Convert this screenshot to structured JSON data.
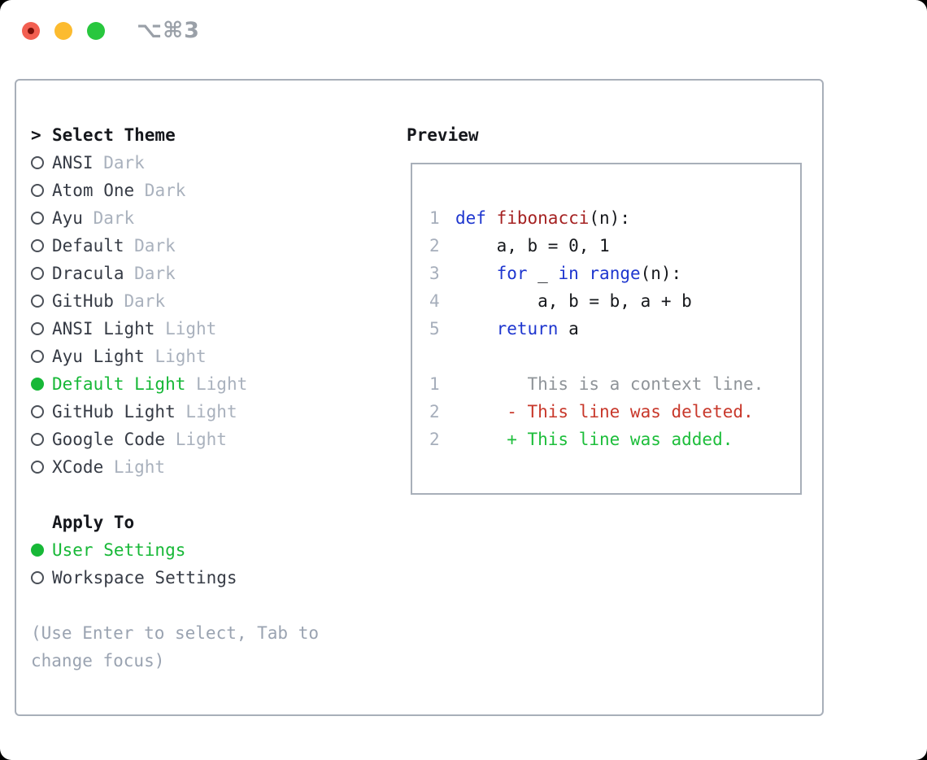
{
  "titlebar": {
    "shortcut": "⌥⌘3"
  },
  "theme_panel": {
    "prompt": "> ",
    "title": "Select Theme",
    "items": [
      {
        "name": "ANSI",
        "variant": "Dark",
        "selected": false
      },
      {
        "name": "Atom One",
        "variant": "Dark",
        "selected": false
      },
      {
        "name": "Ayu",
        "variant": "Dark",
        "selected": false
      },
      {
        "name": "Default",
        "variant": "Dark",
        "selected": false
      },
      {
        "name": "Dracula",
        "variant": "Dark",
        "selected": false
      },
      {
        "name": "GitHub",
        "variant": "Dark",
        "selected": false
      },
      {
        "name": "ANSI Light",
        "variant": "Light",
        "selected": false
      },
      {
        "name": "Ayu Light",
        "variant": "Light",
        "selected": false
      },
      {
        "name": "Default Light",
        "variant": "Light",
        "selected": true
      },
      {
        "name": "GitHub Light",
        "variant": "Light",
        "selected": false
      },
      {
        "name": "Google Code",
        "variant": "Light",
        "selected": false
      },
      {
        "name": "XCode",
        "variant": "Light",
        "selected": false
      }
    ],
    "apply_to": {
      "title": "Apply To",
      "options": [
        {
          "label": "User Settings",
          "selected": true
        },
        {
          "label": "Workspace Settings",
          "selected": false
        }
      ]
    },
    "help_lines": [
      "(Use Enter to select, Tab to",
      "change focus)"
    ]
  },
  "preview": {
    "title": "Preview",
    "code_lines": [
      {
        "num": "1",
        "tokens": [
          {
            "text": "def",
            "type": "keyword"
          },
          {
            "text": " ",
            "type": "plain"
          },
          {
            "text": "fibonacci",
            "type": "function"
          },
          {
            "text": "(n):",
            "type": "plain"
          }
        ]
      },
      {
        "num": "2",
        "tokens": [
          {
            "text": "    a, b = 0, 1",
            "type": "plain"
          }
        ]
      },
      {
        "num": "3",
        "tokens": [
          {
            "text": "    ",
            "type": "plain"
          },
          {
            "text": "for",
            "type": "keyword"
          },
          {
            "text": " _ ",
            "type": "plain"
          },
          {
            "text": "in",
            "type": "keyword"
          },
          {
            "text": " ",
            "type": "plain"
          },
          {
            "text": "range",
            "type": "keyword"
          },
          {
            "text": "(n):",
            "type": "plain"
          }
        ]
      },
      {
        "num": "4",
        "tokens": [
          {
            "text": "        a, b = b, a + b",
            "type": "plain"
          }
        ]
      },
      {
        "num": "5",
        "tokens": [
          {
            "text": "    ",
            "type": "plain"
          },
          {
            "text": "return",
            "type": "keyword"
          },
          {
            "text": " a",
            "type": "plain"
          }
        ]
      }
    ],
    "diff_lines": [
      {
        "num": "1",
        "text": "       This is a context line.",
        "type": "context"
      },
      {
        "num": "2",
        "text": "     - This line was deleted.",
        "type": "deleted"
      },
      {
        "num": "2",
        "text": "     + This line was added.",
        "type": "added"
      }
    ]
  },
  "colors": {
    "selected_green": "#17b837",
    "added_green": "#1dbe3b",
    "deleted_red": "#c8382b",
    "keyword_blue": "#1e36cf",
    "function_red": "#a52222",
    "muted": "#a9b1bd",
    "line_number": "#a6aebb",
    "context_gray": "#8f9499",
    "text_dark": "#363b45",
    "heading": "#15171c",
    "border": "#a8afb9",
    "help": "#9aa3b1",
    "traffic_red": "#f25f51",
    "traffic_yellow": "#fcbb2f",
    "traffic_green": "#28c73e",
    "shortcut_gray": "#9aa0a8"
  }
}
